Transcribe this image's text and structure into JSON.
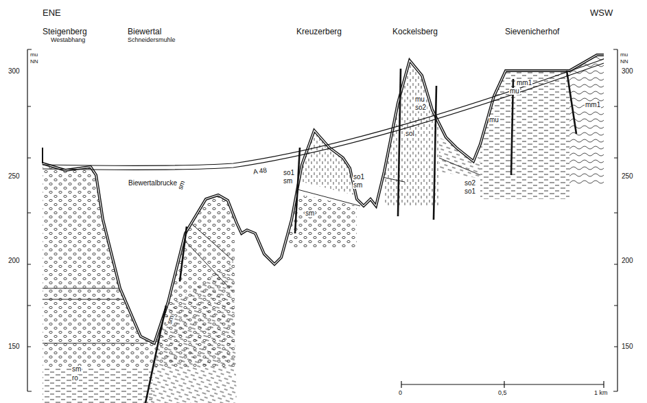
{
  "diagram": {
    "labels": [
      "ENE",
      "WSW",
      "Steigenberg",
      "Westabhang",
      "Biewertal",
      "Schneidersmuhle",
      "Kreuzerberg",
      "Kockelsberg",
      "Sievenicherhof",
      "mu",
      "NN",
      "300",
      "250",
      "200",
      "150",
      "mu",
      "NN",
      "300",
      "250",
      "200",
      "150",
      "Biewertalbrucke",
      "A 48",
      "sm",
      "ro",
      "sm",
      "sm",
      "so1",
      "sm",
      "sm",
      "so1",
      "sm",
      "sol",
      "mu",
      "so2",
      "so2",
      "so1",
      "mm1",
      "mu",
      "mu",
      "mm1",
      "0",
      "0,5",
      "1 km"
    ]
  }
}
